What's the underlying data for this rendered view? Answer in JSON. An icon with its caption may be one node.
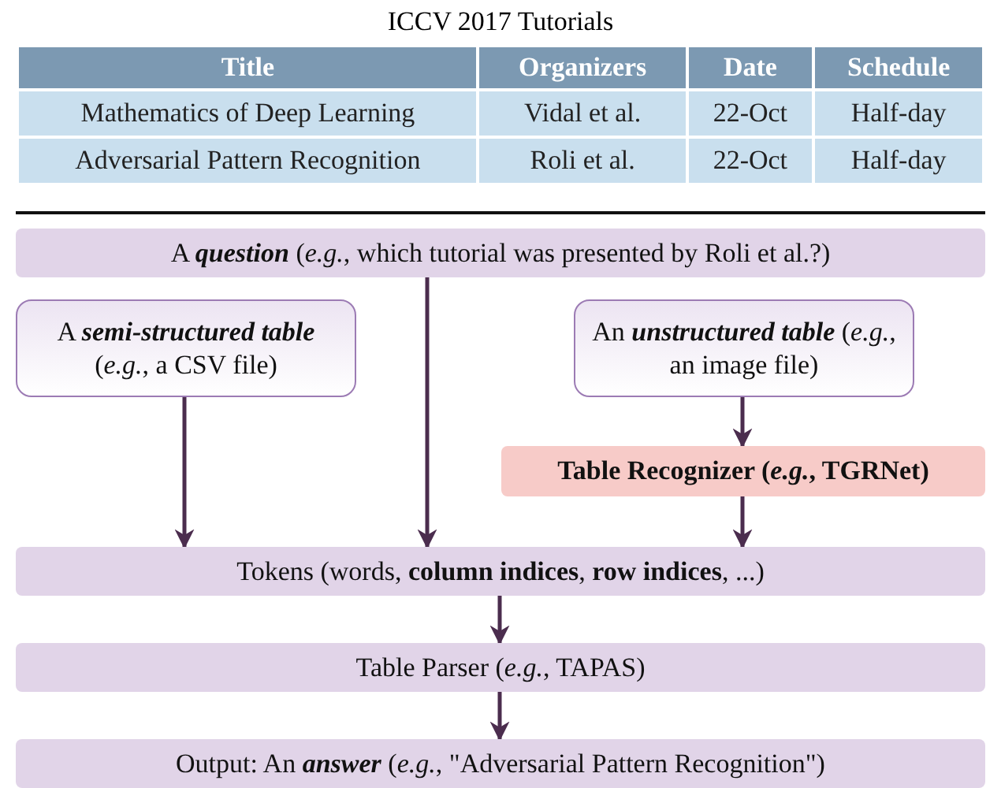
{
  "diagram": {
    "title": "ICCV 2017 Tutorials",
    "nodes": [
      {
        "text": [
          "A **question** (*e.g.*, which tutorial was presented by Roli et al.?)"
        ]
      },
      {
        "text": [
          "A **semi-structured table** (*e.g.*, a CSV file)"
        ]
      },
      {
        "text": [
          "An **unstructured table** (*e.g.*, an image file)"
        ]
      },
      {
        "text": [
          "Table Recognizer (*e.g.*, TGRNet)"
        ]
      },
      {
        "text": [
          "Tokens (words, **column indices**, **row indices**, ...)"
        ]
      },
      {
        "text": [
          "Table Parser (*e.g.*, TAPAS)"
        ]
      },
      {
        "text": [
          "Output: An **answer** (*e.g.*, \"Adversarial Pattern Recognition\")"
        ]
      }
    ],
    "edges": [
      {
        "from": 0,
        "to": 4,
        "arrow": "to"
      },
      {
        "from": 1,
        "to": 4,
        "arrow": "to"
      },
      {
        "from": 2,
        "to": 3,
        "arrow": "to"
      },
      {
        "from": 3,
        "to": 4,
        "arrow": "to"
      },
      {
        "from": 4,
        "to": 5,
        "arrow": "to"
      },
      {
        "from": 5,
        "to": 6,
        "arrow": "to"
      }
    ],
    "labels": [
      "Title",
      "Organizers",
      "Date",
      "Schedule",
      "Mathematics of Deep Learning",
      "Vidal et al.",
      "22-Oct",
      "Half-day",
      "Adversarial Pattern Recognition",
      "Roli et al.",
      "22-Oct",
      "Half-day"
    ]
  }
}
